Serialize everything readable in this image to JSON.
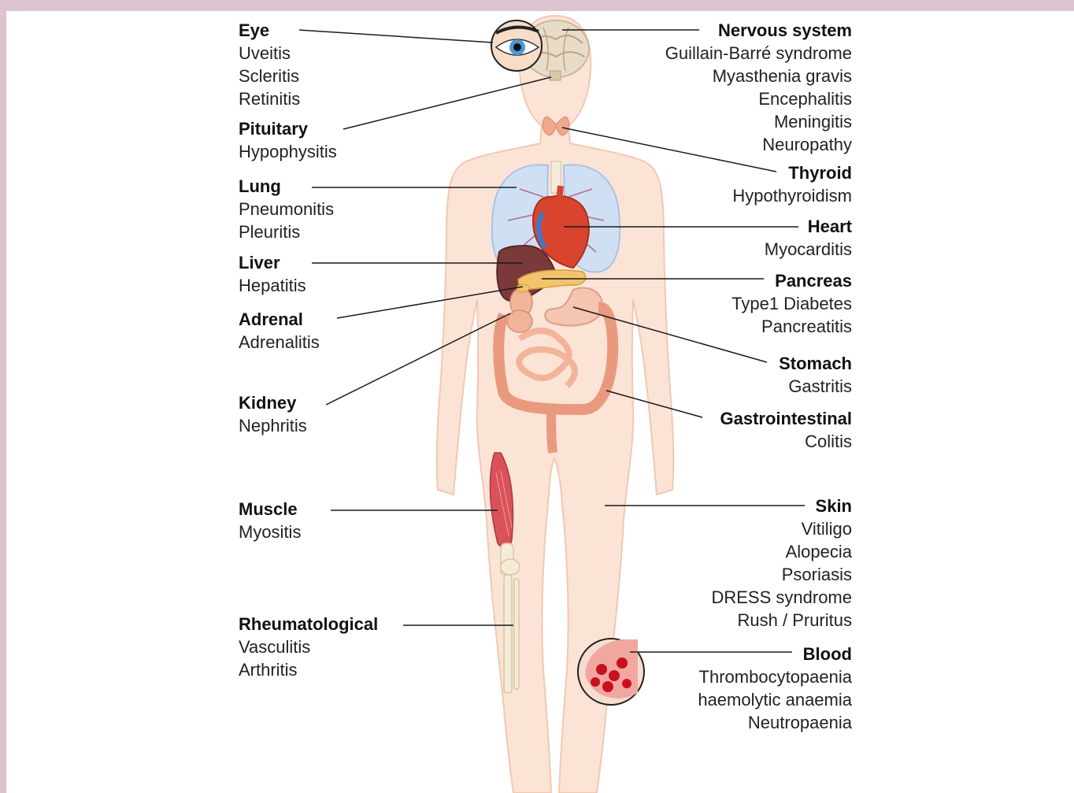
{
  "colors": {
    "frame": "#dcc3cf",
    "body": "#fbe3d6",
    "body_outline": "#f2c8b3",
    "leader_line": "#1a1a1a",
    "lung": "#cfe0f4",
    "heart": "#d9442e",
    "liver": "#7a3a3a",
    "intestine": "#f2b49a",
    "colon": "#e99a7e",
    "muscle": "#d9525a",
    "bone": "#f4ecd6",
    "blood": "#c8101e",
    "thyroid": "#f0a88c",
    "brain": "#e8dcc8",
    "eye_iris": "#4a9ad6"
  },
  "groups": [
    {
      "id": "eye",
      "side": "left",
      "title": "Eye",
      "items": [
        "Uveitis",
        "Scleritis",
        "Retinitis"
      ],
      "icon": "eye-icon"
    },
    {
      "id": "pituitary",
      "side": "left",
      "title": "Pituitary",
      "items": [
        "Hypophysitis"
      ],
      "icon": "pituitary-icon"
    },
    {
      "id": "lung",
      "side": "left",
      "title": "Lung",
      "items": [
        "Pneumonitis",
        "Pleuritis"
      ],
      "icon": "lung-icon"
    },
    {
      "id": "liver",
      "side": "left",
      "title": "Liver",
      "items": [
        "Hepatitis"
      ],
      "icon": "liver-icon"
    },
    {
      "id": "adrenal",
      "side": "left",
      "title": "Adrenal",
      "items": [
        "Adrenalitis"
      ],
      "icon": "adrenal-icon"
    },
    {
      "id": "kidney",
      "side": "left",
      "title": "Kidney",
      "items": [
        "Nephritis"
      ],
      "icon": "kidney-icon"
    },
    {
      "id": "muscle",
      "side": "left",
      "title": "Muscle",
      "items": [
        "Myositis"
      ],
      "icon": "muscle-icon"
    },
    {
      "id": "rheumatological",
      "side": "left",
      "title": "Rheumatological",
      "items": [
        "Vasculitis",
        "Arthritis"
      ],
      "icon": "bone-icon"
    },
    {
      "id": "nervous",
      "side": "right",
      "title": "Nervous system",
      "items": [
        "Guillain-Barré syndrome",
        "Myasthenia gravis",
        "Encephalitis",
        "Meningitis",
        "Neuropathy"
      ],
      "icon": "brain-icon"
    },
    {
      "id": "thyroid",
      "side": "right",
      "title": "Thyroid",
      "items": [
        "Hypothyroidism"
      ],
      "icon": "thyroid-icon"
    },
    {
      "id": "heart",
      "side": "right",
      "title": "Heart",
      "items": [
        "Myocarditis"
      ],
      "icon": "heart-icon"
    },
    {
      "id": "pancreas",
      "side": "right",
      "title": "Pancreas",
      "items": [
        "Type1 Diabetes",
        "Pancreatitis"
      ],
      "icon": "pancreas-icon"
    },
    {
      "id": "stomach",
      "side": "right",
      "title": "Stomach",
      "items": [
        "Gastritis"
      ],
      "icon": "stomach-icon"
    },
    {
      "id": "gastrointestinal",
      "side": "right",
      "title": "Gastrointestinal",
      "items": [
        "Colitis"
      ],
      "icon": "intestine-icon"
    },
    {
      "id": "skin",
      "side": "right",
      "title": "Skin",
      "items": [
        "Vitiligo",
        "Alopecia",
        "Psoriasis",
        "DRESS syndrome",
        "Rush / Pruritus"
      ],
      "icon": "skin-icon"
    },
    {
      "id": "blood",
      "side": "right",
      "title": "Blood",
      "items": [
        "Thrombocytopaenia",
        "haemolytic anaemia",
        "Neutropaenia"
      ],
      "icon": "blood-cells-icon"
    }
  ]
}
